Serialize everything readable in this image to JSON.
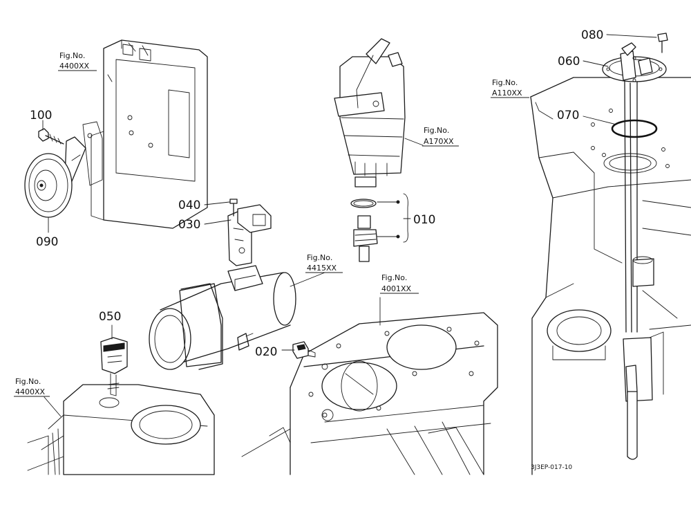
{
  "part_numbers": {
    "p010": "010",
    "p020": "020",
    "p030": "030",
    "p040": "040",
    "p050": "050",
    "p060": "060",
    "p070": "070",
    "p080": "080",
    "p090": "090",
    "p100": "100"
  },
  "fig_refs": {
    "top_left": {
      "label": "Fig.No.",
      "code": "4400XX"
    },
    "bottom_left": {
      "label": "Fig.No.",
      "code": "4400XX"
    },
    "intake": {
      "label": "Fig.No.",
      "code": "4415XX"
    },
    "engine": {
      "label": "Fig.No.",
      "code": "4001XX"
    },
    "filter": {
      "label": "Fig.No.",
      "code": "A170XX"
    },
    "tank": {
      "label": "Fig.No.",
      "code": "A110XX"
    }
  },
  "drawing_code": "3J3EP-017-10"
}
